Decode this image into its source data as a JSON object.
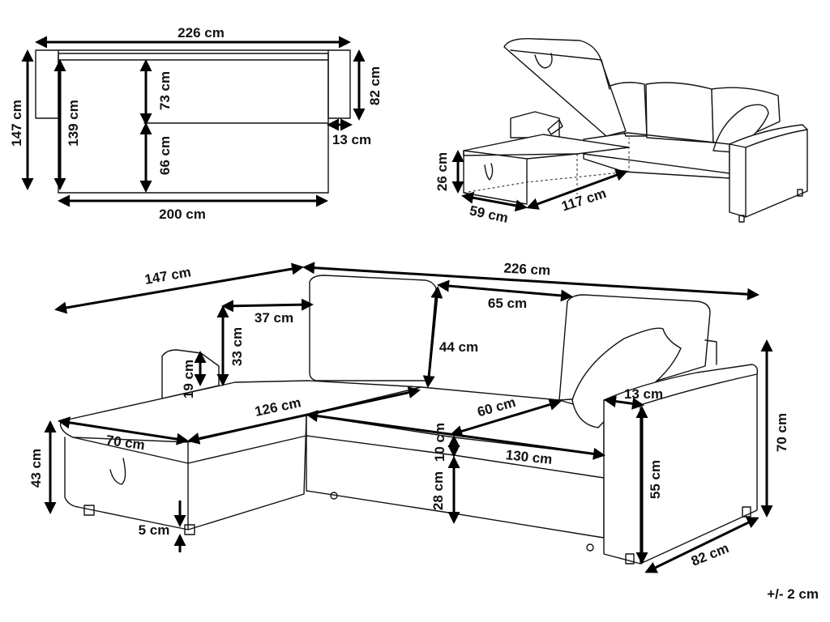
{
  "top_view": {
    "overall_width": "226 cm",
    "overall_depth": "147 cm",
    "inner_depth": "139 cm",
    "back_section": "73 cm",
    "seat_section": "66 cm",
    "arm_depth": "82 cm",
    "arm_width": "13 cm",
    "inner_width": "200 cm"
  },
  "storage_view": {
    "storage_height": "26 cm",
    "storage_depth": "59 cm",
    "storage_length": "117 cm"
  },
  "main_view": {
    "chaise_depth": "147 cm",
    "total_width": "226 cm",
    "cushion_depth": "37 cm",
    "cushion_height": "33 cm",
    "chaise_arm_height": "19 cm",
    "back_cushion_width": "65 cm",
    "back_height": "44 cm",
    "chaise_length": "126 cm",
    "chaise_width": "70 cm",
    "seat_depth": "60 cm",
    "seat_width": "130 cm",
    "armrest_width": "13 cm",
    "seat_cushion": "10 cm",
    "seat_height_base": "28 cm",
    "armrest_height": "55 cm",
    "total_height": "70 cm",
    "depth": "82 cm",
    "chaise_height": "43 cm",
    "leg_height": "5 cm"
  },
  "tolerance": "+/- 2 cm"
}
